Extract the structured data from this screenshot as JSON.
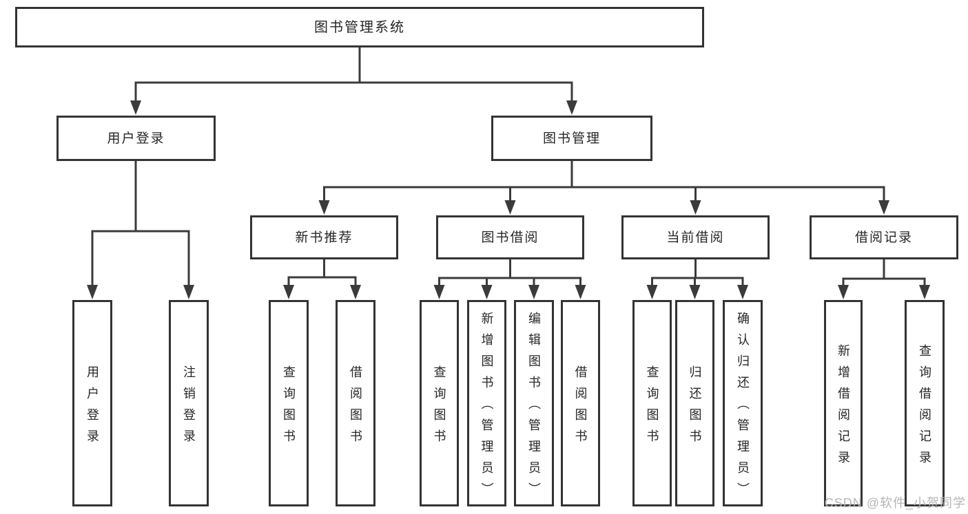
{
  "diagram": {
    "tree": {
      "label": "图书管理系统",
      "children": [
        {
          "label": "用户登录",
          "children": [
            {
              "label": "用户登录"
            },
            {
              "label": "注销登录"
            }
          ]
        },
        {
          "label": "图书管理",
          "children": [
            {
              "label": "新书推荐",
              "children": [
                {
                  "label": "查询图书"
                },
                {
                  "label": "借阅图书"
                }
              ]
            },
            {
              "label": "图书借阅",
              "children": [
                {
                  "label": "查询图书"
                },
                {
                  "label": "新增图书（管理员）"
                },
                {
                  "label": "编辑图书（管理员）"
                },
                {
                  "label": "借阅图书"
                }
              ]
            },
            {
              "label": "当前借阅",
              "children": [
                {
                  "label": "查询图书"
                },
                {
                  "label": "归还图书"
                },
                {
                  "label": "确认归还（管理员）"
                }
              ]
            },
            {
              "label": "借阅记录",
              "children": [
                {
                  "label": "新增借阅记录"
                },
                {
                  "label": "查询借阅记录"
                }
              ]
            }
          ]
        }
      ]
    }
  },
  "watermark": {
    "text": "CSDN @软件_小贺同学"
  },
  "colors": {
    "line": "#3b3b3b",
    "node_border": "#333333",
    "node_fill": "#ffffff",
    "text": "#262626",
    "watermark": "#b5b5b5",
    "background": "#ffffff"
  }
}
